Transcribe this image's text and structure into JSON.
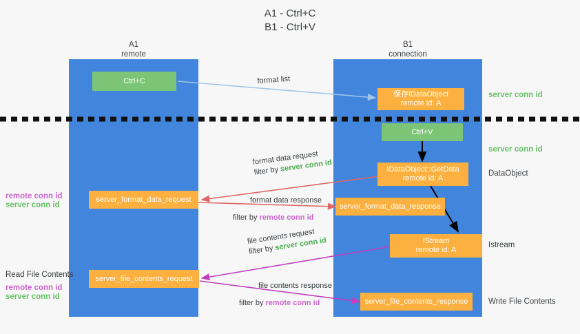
{
  "title": {
    "line1": "A1 - Ctrl+C",
    "line2": "B1 - Ctrl+V"
  },
  "lanes": [
    {
      "name": "A1",
      "subtitle": "remote",
      "color": "#4285dd"
    },
    {
      "name": "B1",
      "subtitle": "connection",
      "color": "#4285dd"
    }
  ],
  "boxes": {
    "ctrl_c": {
      "line1": "Ctrl+C",
      "line2": "",
      "color": "#7cc576"
    },
    "ctrl_v": {
      "line1": "Ctrl+V",
      "line2": "",
      "color": "#7cc576"
    },
    "save_idataobject": {
      "line1": "保存IDataObject",
      "line2": "remote id: A",
      "color": "#fbb040"
    },
    "getdata": {
      "line1": "IDataObject::GetData",
      "line2": "remote id: A",
      "color": "#fbb040"
    },
    "istream": {
      "line1": "IStream",
      "line2": "remote id: A",
      "color": "#fbb040"
    },
    "server_format_data_request": {
      "line1": "server_format_data_request",
      "line2": "",
      "color": "#fbb040"
    },
    "server_format_data_response": {
      "line1": "server_format_data_response",
      "line2": "",
      "color": "#fbb040"
    },
    "server_file_contents_request": {
      "line1": "server_file_contents_request",
      "line2": "",
      "color": "#fbb040"
    },
    "server_file_contents_response": {
      "line1": "server_file_contents_response",
      "line2": "",
      "color": "#fbb040"
    }
  },
  "right_labels": {
    "server_conn_id_top": "server conn id",
    "server_conn_id_mid": "server conn id",
    "dataobject": "DataObject",
    "istream": "Istream",
    "write_file_contents": "Write File Contents"
  },
  "left_labels": {
    "remote_conn_id_1": "remote conn id",
    "server_conn_id_1": "server conn id",
    "read_file_contents": "Read File Contents",
    "remote_conn_id_2": "remote conn id",
    "server_conn_id_2": "server conn id"
  },
  "edges": {
    "format_list": {
      "label": "format list",
      "color": "#9fc5e8"
    },
    "format_data_request": {
      "line1": "format data request",
      "line2_prefix": "filter by ",
      "line2_value": "server conn id",
      "line2_value_color": "green",
      "color": "#e06666"
    },
    "format_data_response": {
      "line1": "format data response",
      "line2_prefix": "filter by ",
      "line2_value": "remote conn id",
      "line2_value_color": "purple",
      "color": "#e06666"
    },
    "file_contents_request": {
      "line1": "file contents request",
      "line2_prefix": "filter by ",
      "line2_value": "server conn id",
      "line2_value_color": "green",
      "color": "#c23fc2"
    },
    "file_contents_response": {
      "line1": "file contents response",
      "line2_prefix": "filter by ",
      "line2_value": "remote conn id",
      "line2_value_color": "purple",
      "color": "#c23fc2"
    }
  },
  "colors": {
    "lane": "#4285dd",
    "orange": "#fbb040",
    "green_box": "#7cc576",
    "divider": "#111111",
    "red_arrow": "#e06666",
    "magenta_arrow": "#c23fc2",
    "blue_arrow": "#9fc5e8",
    "black_arrow": "#000000"
  }
}
